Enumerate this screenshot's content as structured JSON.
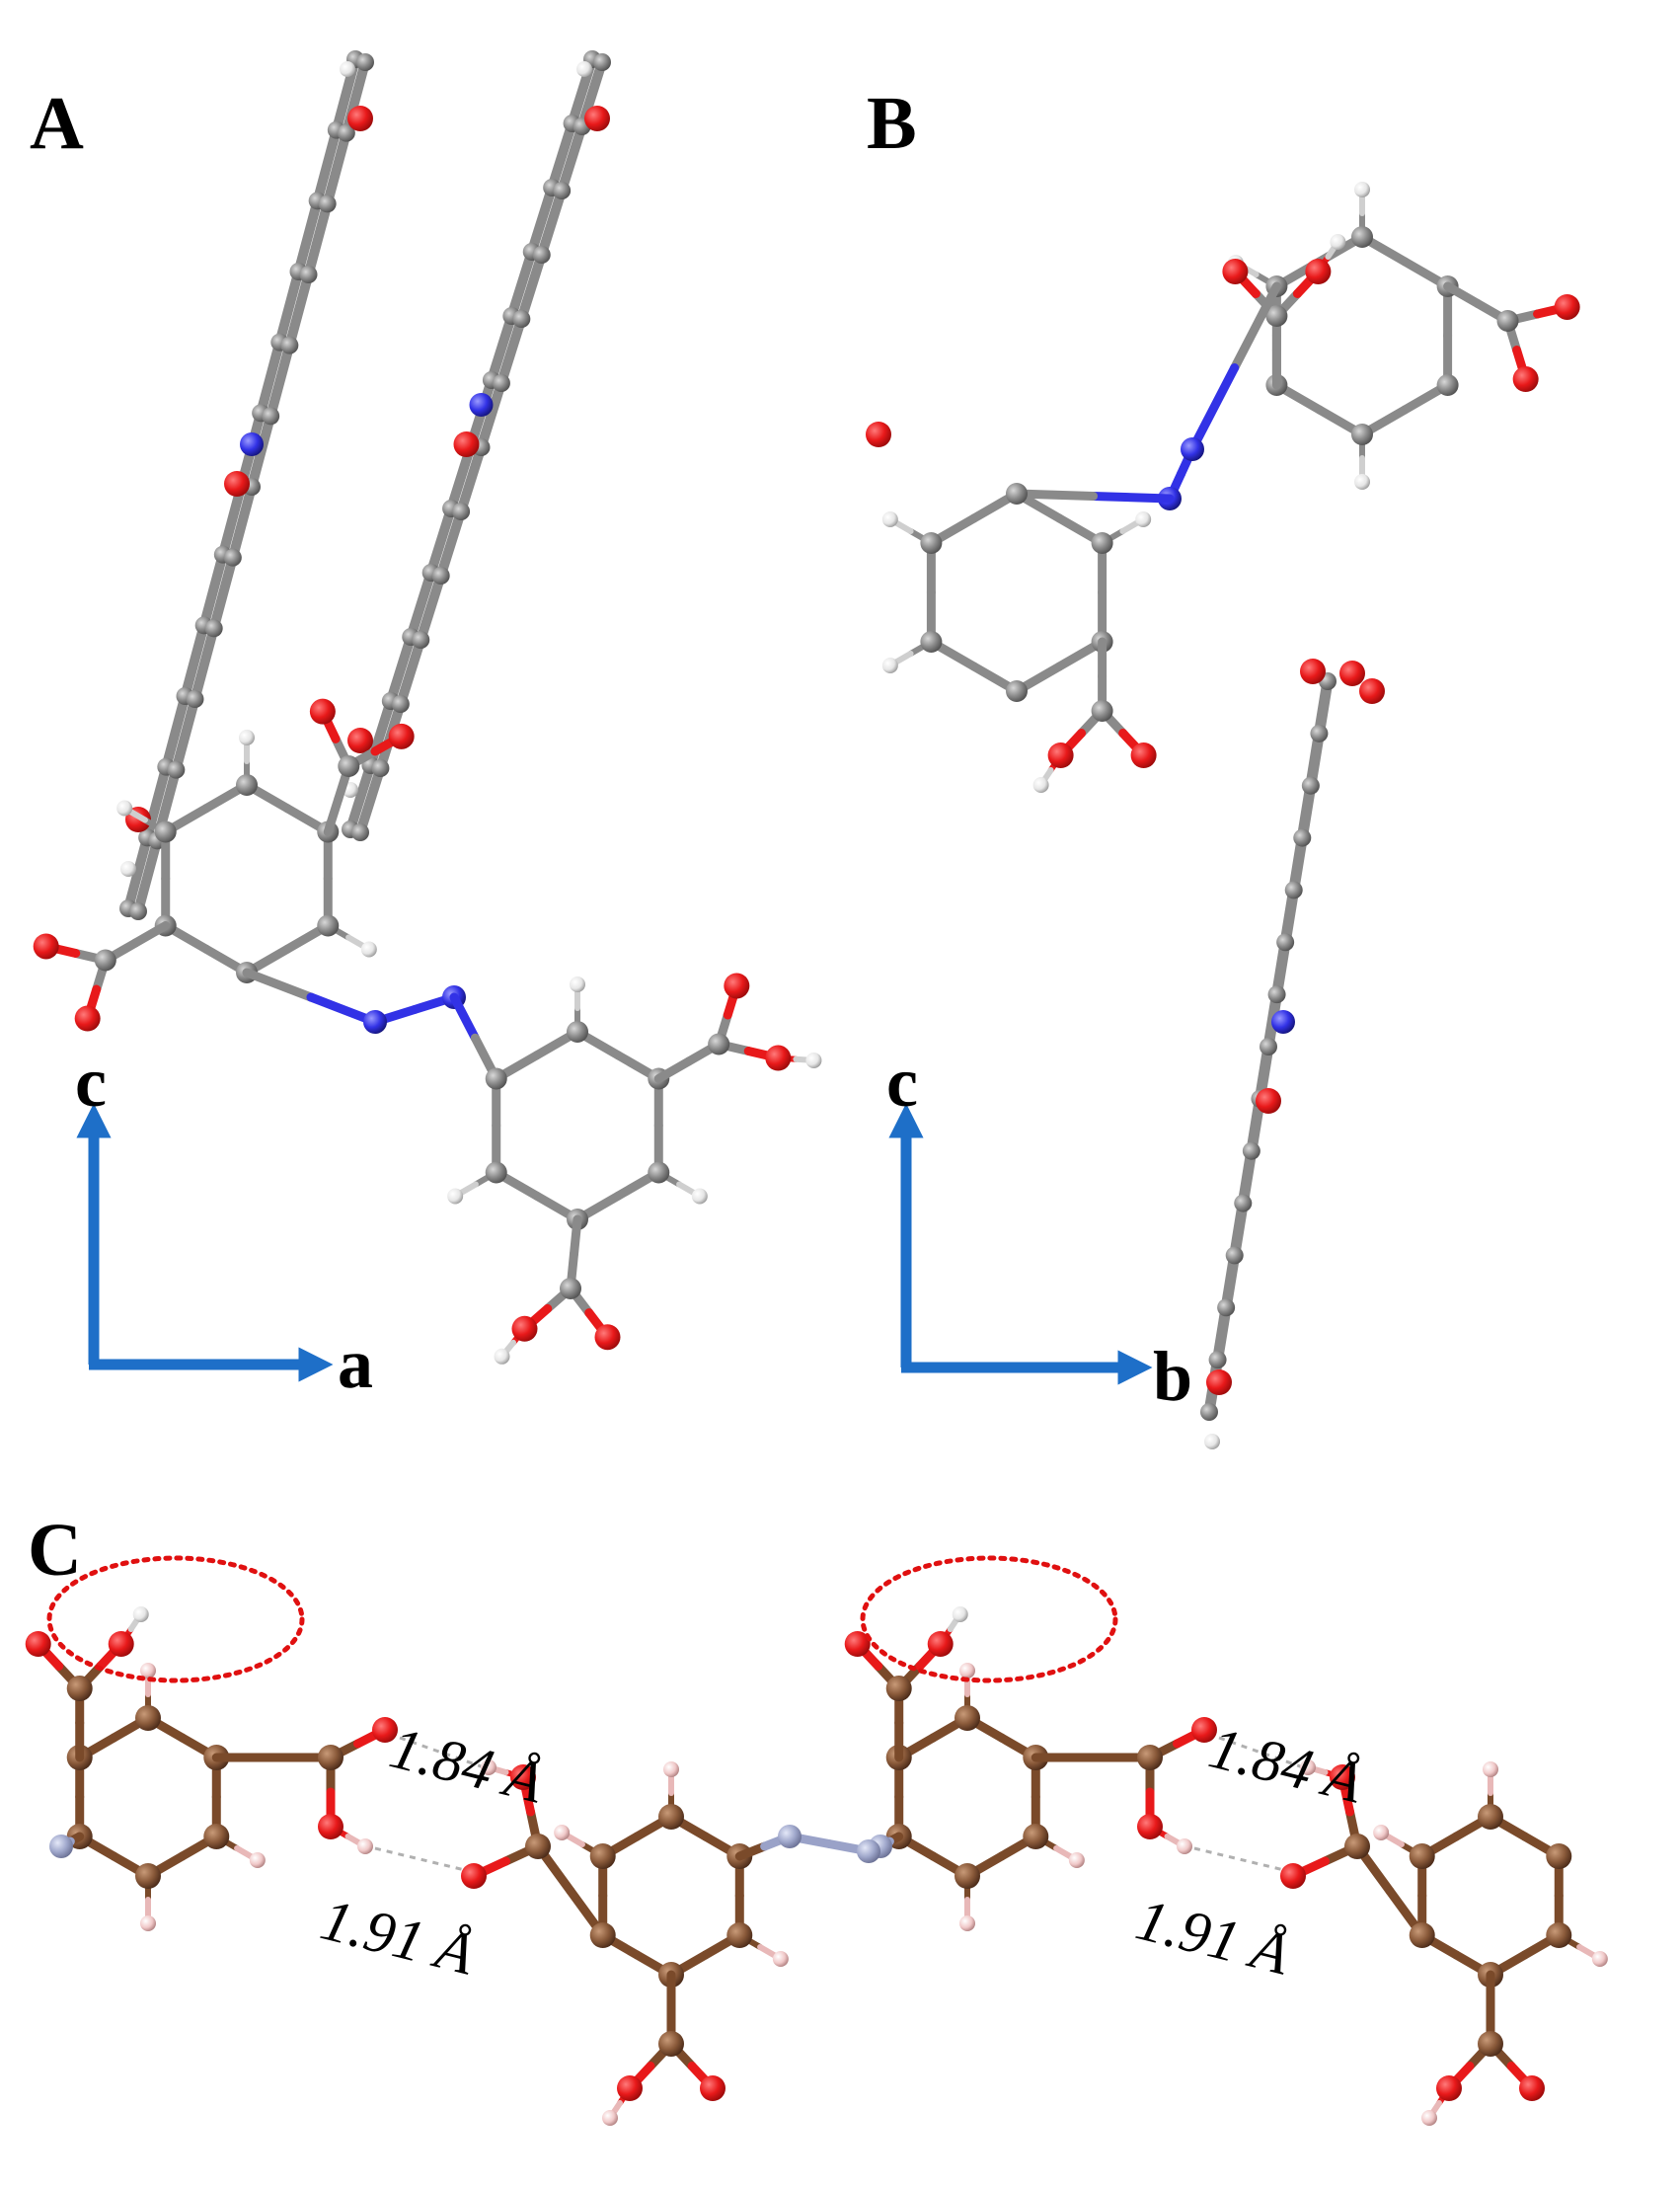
{
  "panels": {
    "A": {
      "label": "A",
      "axis_vertical": "c",
      "axis_horizontal": "a"
    },
    "B": {
      "label": "B",
      "axis_vertical": "c",
      "axis_horizontal": "b"
    },
    "C": {
      "label": "C",
      "distance_upper_left": "1.84 Å",
      "distance_lower_left": "1.91 Å",
      "distance_upper_right": "1.84 Å",
      "distance_lower_right": "1.91 Å"
    }
  },
  "colors": {
    "carbon_grey": "#8a8a8a",
    "carbon_brown": "#8a5a3a",
    "oxygen": "#e8191a",
    "nitrogen_blue": "#3232e6",
    "nitrogen_grey_blue": "#a0a8cc",
    "hydrogen": "#f0f0f0",
    "hydrogen_pink": "#f0c8c8",
    "axis_arrow": "#1e6fc8",
    "highlight_circle": "#e01010"
  }
}
